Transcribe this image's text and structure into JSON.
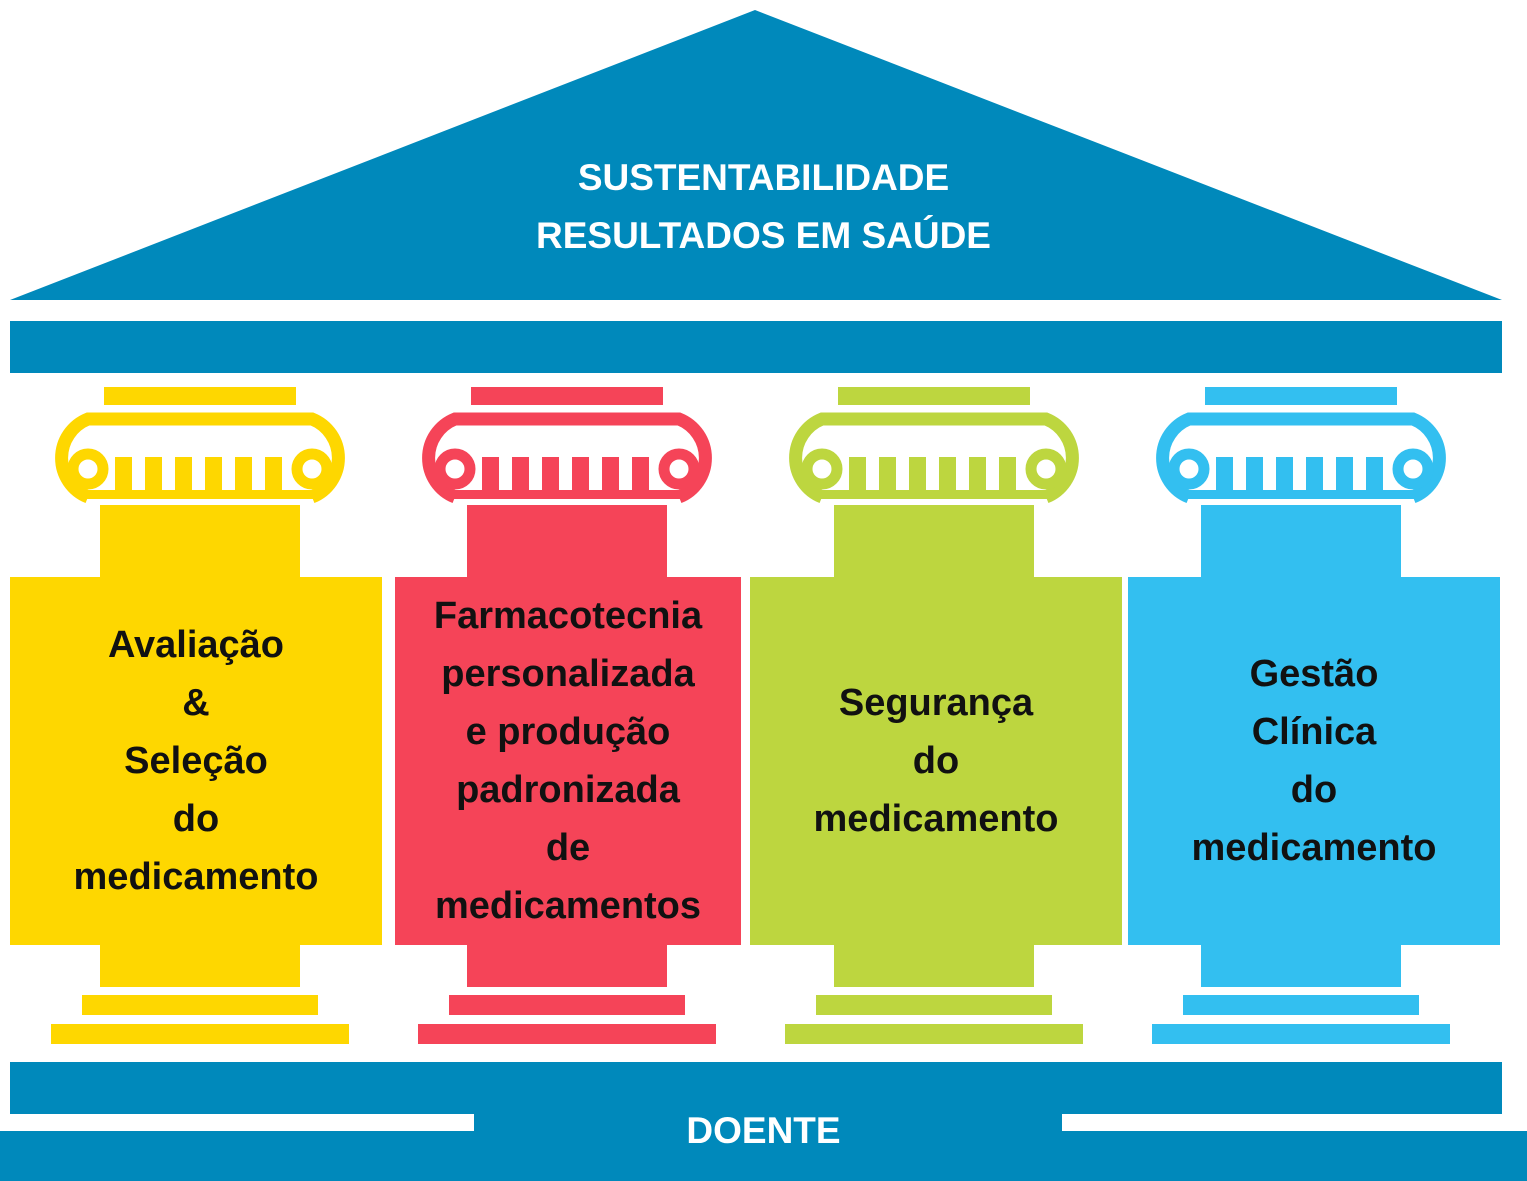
{
  "roof": {
    "line1": "SUSTENTABILIDADE",
    "line2": "RESULTADOS EM SAÚDE",
    "color": "#0089bb"
  },
  "base": {
    "label": "DOENTE",
    "color": "#0089bb"
  },
  "pillars": [
    {
      "text": "Avaliação\n&\nSeleção\ndo\nmedicamento",
      "color": "#fed700"
    },
    {
      "text": "Farmacotecnia\npersonalizada\ne produção\npadronizada\nde\nmedicamentos",
      "color": "#f54458"
    },
    {
      "text": "Segurança\ndo\nmedicamento",
      "color": "#bdd63f"
    },
    {
      "text": "Gestão\nClínica\ndo\nmedicamento",
      "color": "#33bff0"
    }
  ]
}
